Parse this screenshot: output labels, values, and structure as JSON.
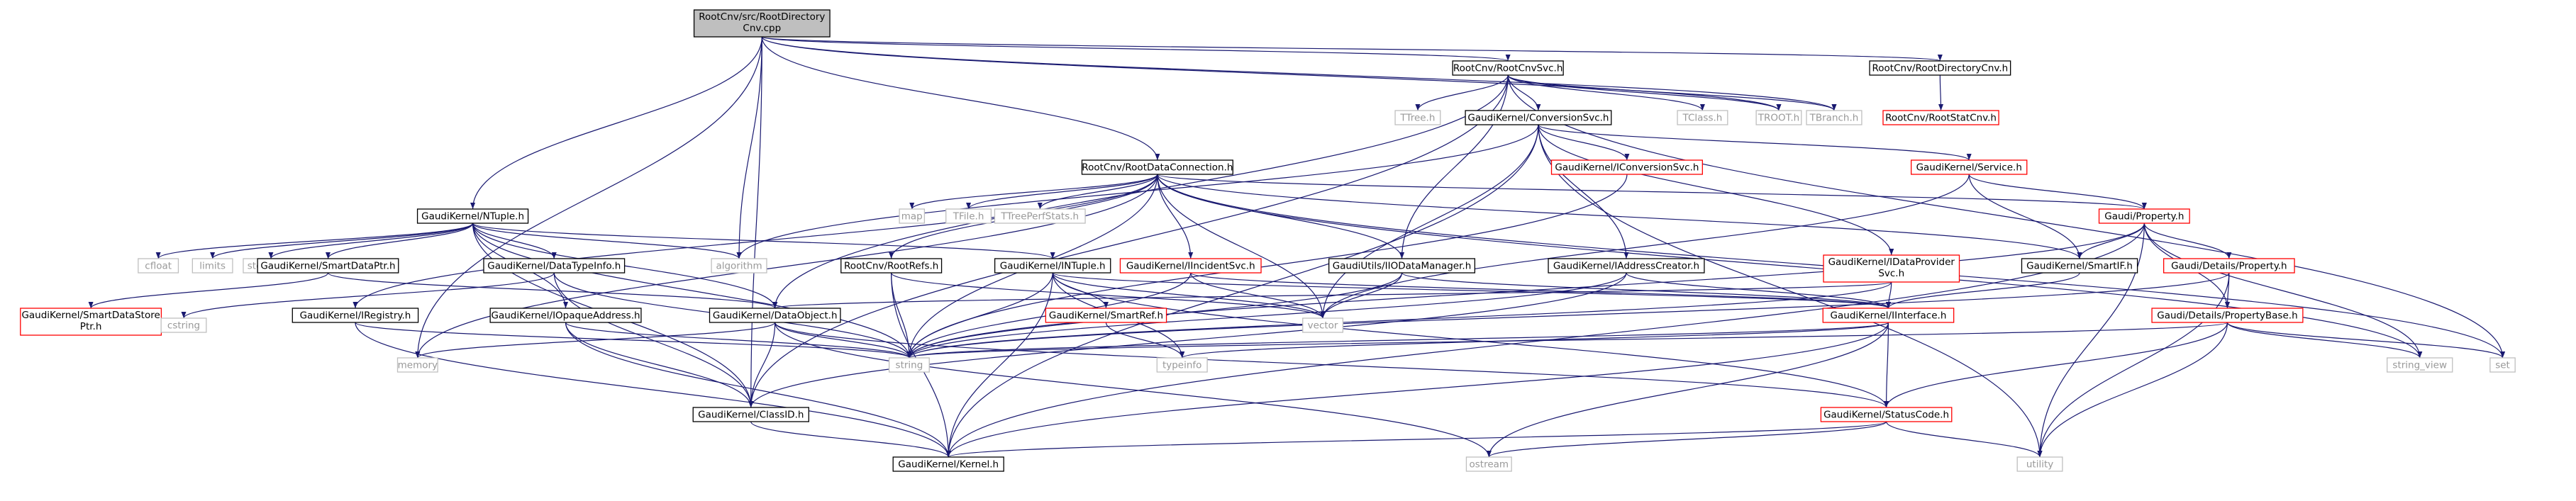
{
  "graph": {
    "nodes": {
      "root": [
        "RootCnv/src/RootDirectory",
        "Cnv.cpp"
      ],
      "rootCnvSvc": [
        "RootCnv/RootCnvSvc.h"
      ],
      "rootDirCnv": [
        "RootCnv/RootDirectoryCnv.h"
      ],
      "rootStatCnv": [
        "RootCnv/RootStatCnv.h"
      ],
      "ttree": [
        "TTree.h"
      ],
      "conversionSvc": [
        "GaudiKernel/ConversionSvc.h"
      ],
      "tclass": [
        "TClass.h"
      ],
      "troot": [
        "TROOT.h"
      ],
      "tbranch": [
        "TBranch.h"
      ],
      "rootDataConn": [
        "RootCnv/RootDataConnection.h"
      ],
      "iConversionSvc": [
        "GaudiKernel/IConversionSvc.h"
      ],
      "service": [
        "GaudiKernel/Service.h"
      ],
      "ntuple": [
        "GaudiKernel/NTuple.h"
      ],
      "map": [
        "map"
      ],
      "tfile": [
        "TFile.h"
      ],
      "ttreePerf": [
        "TTreePerfStats.h"
      ],
      "property": [
        "Gaudi/Property.h"
      ],
      "cfloat": [
        "cfloat"
      ],
      "limits": [
        "limits"
      ],
      "stdexcept": [
        "stdexcept"
      ],
      "smartDataPtr": [
        "GaudiKernel/SmartDataPtr.h"
      ],
      "dataTypeInfo": [
        "GaudiKernel/DataTypeInfo.h"
      ],
      "algorithm": [
        "algorithm"
      ],
      "rootRefs": [
        "RootCnv/RootRefs.h"
      ],
      "intuple": [
        "GaudiKernel/INTuple.h"
      ],
      "iIncidentSvc": [
        "GaudiKernel/IIncidentSvc.h"
      ],
      "iIODataMgr": [
        "GaudiUtils/IIODataManager.h"
      ],
      "iAddrCreator": [
        "GaudiKernel/IAddressCreator.h"
      ],
      "iDataProvider": [
        "GaudiKernel/IDataProvider",
        "Svc.h"
      ],
      "smartIF": [
        "GaudiKernel/SmartIF.h"
      ],
      "detailsProperty": [
        "Gaudi/Details/Property.h"
      ],
      "smartDataStore": [
        "GaudiKernel/SmartDataStore",
        "Ptr.h"
      ],
      "cstring": [
        "cstring"
      ],
      "iRegistry": [
        "GaudiKernel/IRegistry.h"
      ],
      "iOpaqueAddr": [
        "GaudiKernel/IOpaqueAddress.h"
      ],
      "dataObject": [
        "GaudiKernel/DataObject.h"
      ],
      "smartRef": [
        "GaudiKernel/SmartRef.h"
      ],
      "vector": [
        "vector"
      ],
      "iInterface": [
        "GaudiKernel/IInterface.h"
      ],
      "propertyBase": [
        "Gaudi/Details/PropertyBase.h"
      ],
      "memory": [
        "memory"
      ],
      "string": [
        "string"
      ],
      "typeinfo": [
        "typeinfo"
      ],
      "stringView": [
        "string_view"
      ],
      "set": [
        "set"
      ],
      "classID": [
        "GaudiKernel/ClassID.h"
      ],
      "statusCode": [
        "GaudiKernel/StatusCode.h"
      ],
      "ostream": [
        "ostream"
      ],
      "utility": [
        "utility"
      ],
      "kernel": [
        "GaudiKernel/Kernel.h"
      ]
    },
    "colors": {
      "edge": "#191970",
      "root_fill": "#bfbfbf",
      "incomplete_border": "#ff0000",
      "system_header_border": "#bfbfbf",
      "system_header_text": "#999999"
    }
  }
}
